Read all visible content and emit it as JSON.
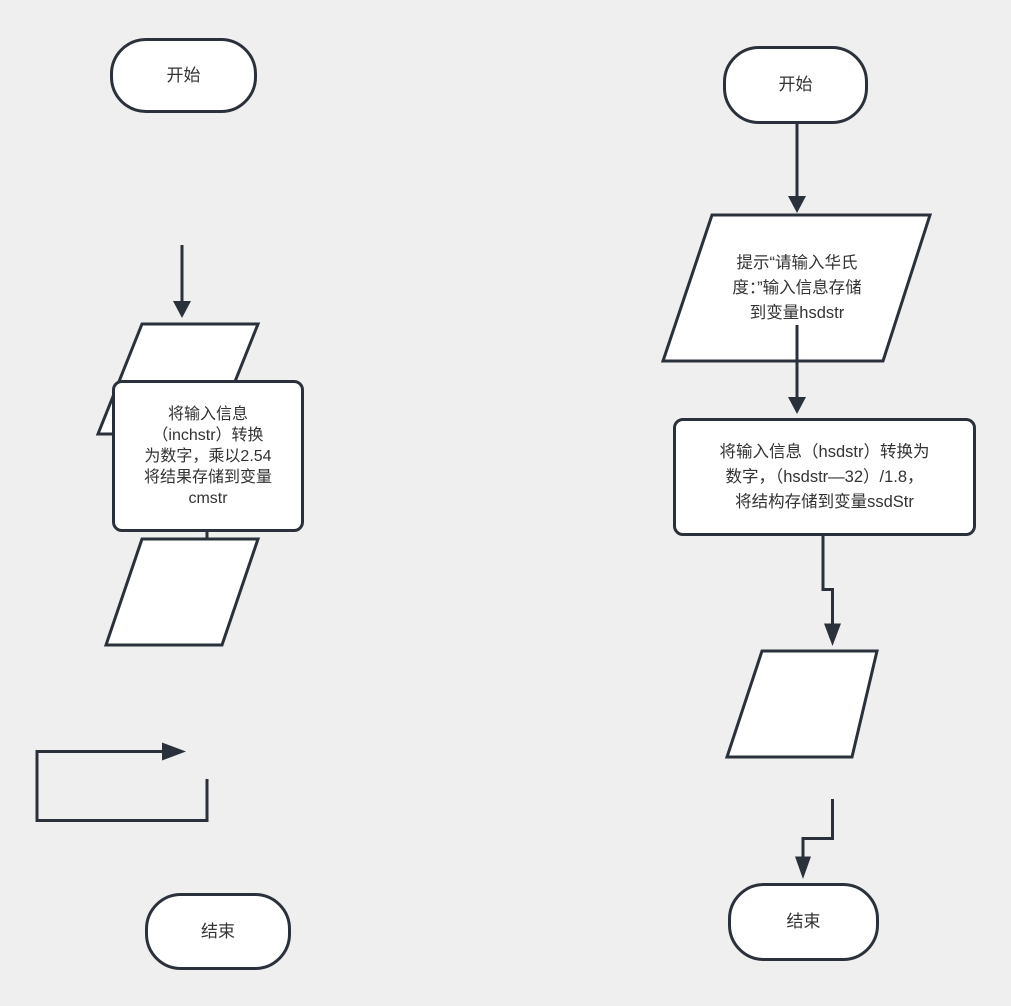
{
  "colors": {
    "background": "#efefef",
    "shape_fill": "#ffffff",
    "stroke": "#2b313a",
    "text": "#333333"
  },
  "left_flowchart": {
    "start_label": "开始",
    "process_lines": {
      "l1": "将输入信息",
      "l2": "（inchstr）转换",
      "l3": "为数字，乘以2.54",
      "l4": "将结果存储到变量",
      "l5": "cmstr"
    },
    "end_label": "结束"
  },
  "right_flowchart": {
    "start_label": "开始",
    "input_lines": {
      "l1": "提示“请输入华氏",
      "l2": "度：”输入信息存储",
      "l3": "到变量hsdstr"
    },
    "process_lines": {
      "l1": "将输入信息（hsdstr）转换为",
      "l2": "数字，（hsdstr—32）/1.8，",
      "l3": "将结构存储到变量ssdStr"
    },
    "end_label": "结束"
  }
}
